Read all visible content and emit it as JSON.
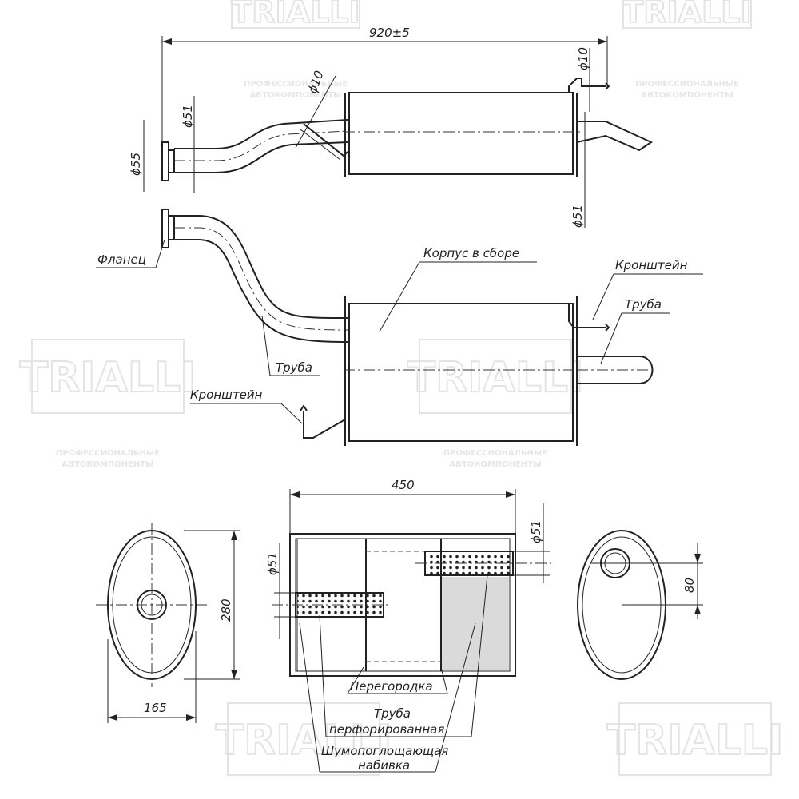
{
  "watermark": {
    "brand": "TRIALLI",
    "tagline_line1": "ПРОФЕССИОНАЛЬНЫЕ",
    "tagline_line2": "АВТОКОМПОНЕНТЫ"
  },
  "dimensions": {
    "overall_length": "920±5",
    "pipe_diam_inlet": "ϕ51",
    "flange_diam": "ϕ55",
    "bracket_diam_1": "ϕ10",
    "bracket_diam_2": "ϕ10",
    "pipe_diam_outlet": "ϕ51",
    "body_length": "450",
    "section_pipe_diam_1": "ϕ51",
    "section_pipe_diam_2": "ϕ51",
    "body_height": "280",
    "body_width": "165",
    "outlet_offset": "80"
  },
  "labels": {
    "flange": "Фланец",
    "body_assembly": "Корпус в сборе",
    "bracket_top": "Кронштейн",
    "pipe_right": "Труба",
    "pipe_left": "Труба",
    "bracket_bottom": "Кронштейн",
    "partition": "Перегородка",
    "perforated_pipe_line1": "Труба",
    "perforated_pipe_line2": "перфорированная",
    "sound_absorb_line1": "Шумопоглощающая",
    "sound_absorb_line2": "набивка"
  }
}
